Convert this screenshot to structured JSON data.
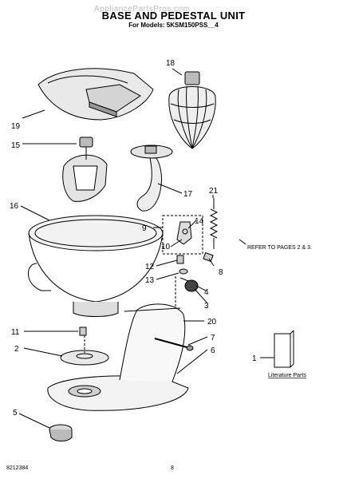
{
  "header": {
    "watermark": "AppliancePartsPros.com",
    "title": "BASE AND PEDESTAL UNIT",
    "subtitle": "For Models: 5KSM150PSS__4"
  },
  "callouts": {
    "c1": "1",
    "c2": "2",
    "c3": "3",
    "c4": "4",
    "c5": "5",
    "c6": "6",
    "c7": "7",
    "c8": "8",
    "c9": "9",
    "c10": "10",
    "c11": "11",
    "c12": "12",
    "c13": "13",
    "c14": "14",
    "c15": "15",
    "c16": "16",
    "c17": "17",
    "c18": "18",
    "c19": "19",
    "c20": "20",
    "c21": "21"
  },
  "note": "REFER TO PAGES 2 & 3.",
  "literature_label": "Literature Parts",
  "footer": {
    "doc_number": "8212384",
    "page_number": "8"
  }
}
